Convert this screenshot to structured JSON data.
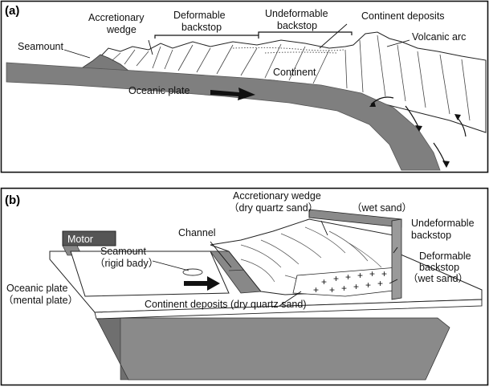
{
  "panel_a": {
    "panel_label": "(a)",
    "labels": {
      "seamount": "Seamount",
      "accretionary_wedge_1": "Accretionary",
      "accretionary_wedge_2": "wedge",
      "deformable_backstop_1": "Deformable",
      "deformable_backstop_2": "backstop",
      "undeformable_backstop_1": "Undeformable",
      "undeformable_backstop_2": "backstop",
      "continent_deposits": "Continent deposits",
      "volcanic_arc": "Volcanic arc",
      "continent": "Continent",
      "oceanic_plate": "Oceanic plate"
    }
  },
  "panel_b": {
    "panel_label": "(b)",
    "labels": {
      "motor": "Motor",
      "accretionary_wedge_1": "Accretionary wedge",
      "accretionary_wedge_2": "（dry  quartz sand）",
      "wet_sand": "（wet sand）",
      "channel": "Channel",
      "seamount_1": "Seamount",
      "seamount_2": "（rigid bady）",
      "undeformable_backstop_1": "Undeformable",
      "undeformable_backstop_2": "backstop",
      "deformable_backstop_1": "Deformable",
      "deformable_backstop_2": "backstop",
      "deformable_backstop_3": "（wet  sand）",
      "oceanic_plate_1": "Oceanic plate",
      "oceanic_plate_2": "（mental plate）",
      "continent_deposits": "Continent deposits (dry quartz sand)"
    }
  }
}
